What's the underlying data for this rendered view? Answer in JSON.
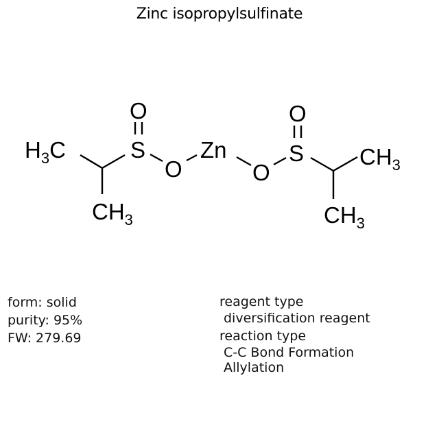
{
  "title": "Zinc isopropylsulfinate",
  "structure": {
    "atoms": {
      "left_methyl_1": {
        "label": "H",
        "sub": "3",
        "tail": "C"
      },
      "left_methyl_2": {
        "label": "CH",
        "sub": "3"
      },
      "left_sulfur": "S",
      "left_oxo": "O",
      "left_bridge_oxygen": "O",
      "zinc": "Zn",
      "right_bridge_oxygen": "O",
      "right_sulfur": "S",
      "right_oxo": "O",
      "right_methyl_1": {
        "label": "CH",
        "sub": "3"
      },
      "right_methyl_2": {
        "label": "CH",
        "sub": "3"
      }
    }
  },
  "properties": {
    "form": "form: solid",
    "purity": "purity: 95%",
    "fw": "FW: 279.69"
  },
  "classification": {
    "reagent_type_label": "reagent type",
    "reagent_type_value": "diversification reagent",
    "reaction_type_label": "reaction type",
    "reaction_types": [
      "C-C Bond Formation",
      "Allylation"
    ]
  }
}
